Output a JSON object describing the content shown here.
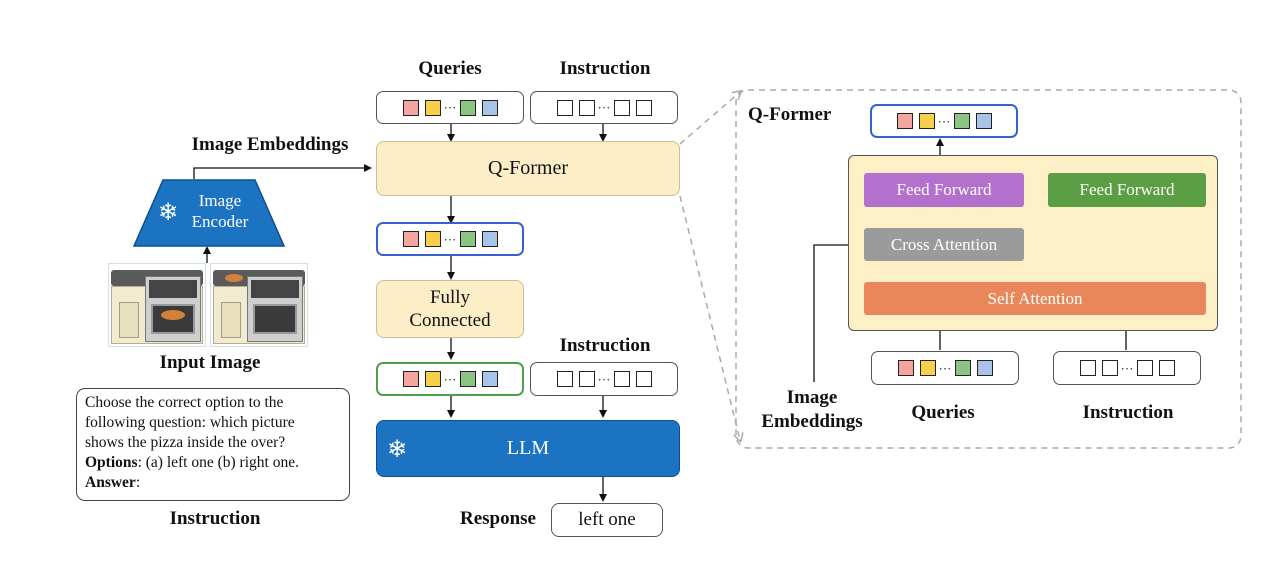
{
  "left": {
    "queries_label": "Queries",
    "instruction_label_top": "Instruction",
    "image_embeddings_label": "Image Embeddings",
    "image_encoder_line1": "Image",
    "image_encoder_line2": "Encoder",
    "qformer_label": "Q-Former",
    "fully_connected_line1": "Fully",
    "fully_connected_line2": "Connected",
    "instruction_label_mid": "Instruction",
    "llm_label": "LLM",
    "response_label": "Response",
    "response_value": "left one",
    "input_image_label": "Input Image",
    "instruction_caption": "Instruction",
    "instruction_text_line1": "Choose the correct option to the",
    "instruction_text_line2": "following question: which picture",
    "instruction_text_line3": "shows the pizza inside the over?",
    "options_label": "Options",
    "options_text": ": (a) left one (b) right one.",
    "answer_label": "Answer",
    "answer_text": ":",
    "dots": "···"
  },
  "right": {
    "title": "Q-Former",
    "feed_forward_left": "Feed Forward",
    "feed_forward_right": "Feed Forward",
    "cross_attention": "Cross Attention",
    "self_attention": "Self Attention",
    "image_embeddings_line1": "Image",
    "image_embeddings_line2": "Embeddings",
    "queries_label": "Queries",
    "instruction_label": "Instruction"
  },
  "colors": {
    "token_red": "#f4a5a0",
    "token_yellow": "#f7cf4a",
    "token_green": "#8cc583",
    "token_blue": "#a8c4e8",
    "qformer_fill": "#fdeec7",
    "llm_blue": "#1c73c2",
    "feed_forward_purple": "#b370cc",
    "feed_forward_green": "#5c9e44",
    "cross_attention_gray": "#9b9b9b",
    "self_attention_orange": "#e8875a",
    "qformer_detail_fill": "#fdf0c7"
  }
}
